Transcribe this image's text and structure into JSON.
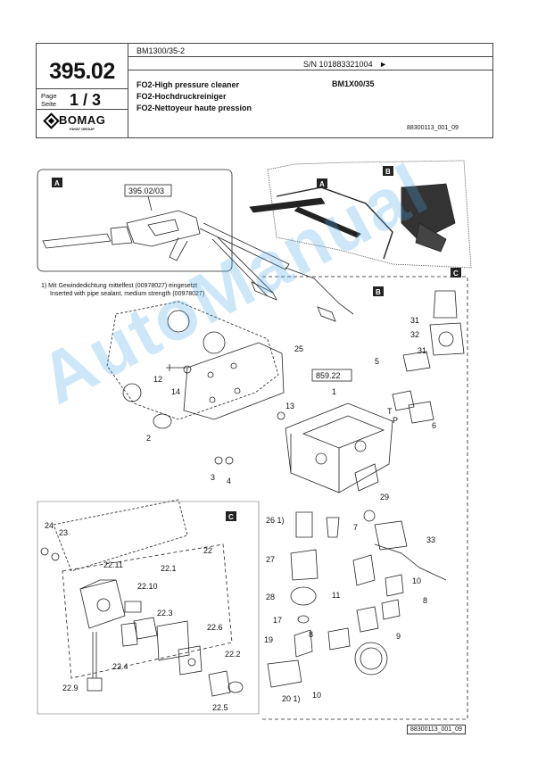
{
  "header": {
    "page_number": "395.02",
    "page_label_de": "Page",
    "page_label_en": "Seite",
    "page_of": "1 / 3",
    "brand": "BOMAG",
    "brand_sub": "FAYAT GROUP",
    "model": "BM1300/35-2",
    "serial": "S/N 101883321004",
    "serial_marker": "►",
    "title_en": "FO2-High pressure cleaner",
    "title_de": "FO2-Hochdruckreiniger",
    "title_fr": "FO2-Nettoyeur haute pression",
    "variant": "BM1X00/35",
    "drawing_ref": "88300113_001_09"
  },
  "diagram": {
    "section_labels": [
      "A",
      "B",
      "C"
    ],
    "ref_page_a": "395.02/03",
    "ref_page_main": "859.22",
    "note_de": "1) Mit Gewindedichtung mittelfest (00978027) eingesetzt",
    "note_en": "Inserted with pipe sealant, medium strength (00978027)",
    "part_numbers": [
      "1",
      "2",
      "3",
      "4",
      "5",
      "6",
      "7",
      "8",
      "9",
      "10",
      "11",
      "12",
      "13",
      "14",
      "17",
      "19",
      "20 1)",
      "22",
      "22.1",
      "22.2",
      "22.3",
      "22.4",
      "22.5",
      "22.6",
      "22.9",
      "22.10",
      "22.11",
      "23",
      "24",
      "25",
      "26 1)",
      "27",
      "28",
      "29",
      "31",
      "32",
      "33",
      "T",
      "P"
    ],
    "footer_ref": "88300113_001_09",
    "watermark": "AutoManual"
  },
  "colors": {
    "line": "#222222",
    "watermark": "#50aae6"
  }
}
